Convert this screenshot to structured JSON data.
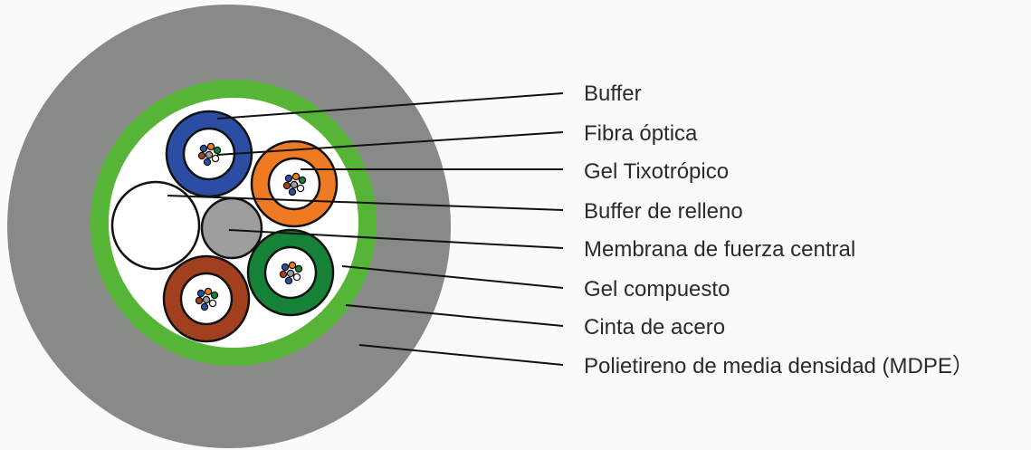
{
  "labels": [
    {
      "id": "buffer",
      "text": "Buffer"
    },
    {
      "id": "fibra",
      "text": "Fibra óptica"
    },
    {
      "id": "gel-tixo",
      "text": "Gel Tixotrópico"
    },
    {
      "id": "buffer-relleno",
      "text": "Buffer de relleno"
    },
    {
      "id": "membrana",
      "text": "Membrana de fuerza central"
    },
    {
      "id": "gel-compuesto",
      "text": "Gel compuesto"
    },
    {
      "id": "cinta",
      "text": "Cinta de acero"
    },
    {
      "id": "mdpe",
      "text": "Polietireno de media densidad (MDPE）"
    }
  ],
  "colors": {
    "outer_sheath": "#888a88",
    "steel_tape": "#56b536",
    "core_fill": "#ffffff",
    "central_member": "#9d9d9d",
    "tube_blue": "#2b4ea4",
    "tube_orange": "#ee7a24",
    "tube_green": "#168238",
    "tube_brown": "#a23f1f",
    "fiber_colors": [
      "#2b4ea4",
      "#ee7a24",
      "#168238",
      "#a23f1f",
      "#9d9d9d",
      "#ffffff"
    ]
  }
}
